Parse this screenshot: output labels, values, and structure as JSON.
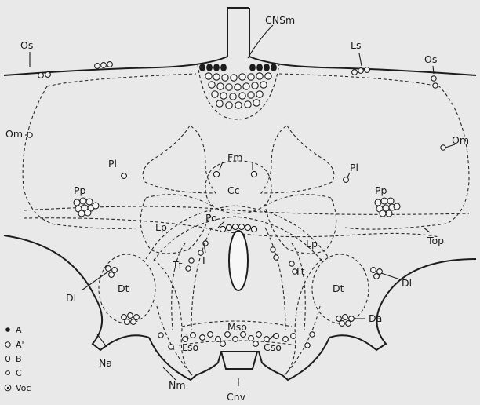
{
  "labels": {
    "cnsm": "CNSm",
    "os_left": "Os",
    "os_right": "Os",
    "ls": "Ls",
    "om_left": "Om",
    "om_right": "Om",
    "fm": "Fm",
    "pl_left": "Pl",
    "pl_right": "Pl",
    "cc": "Cc",
    "pp_left": "Pp",
    "pp_right": "Pp",
    "po": "Po",
    "lp_left": "Lp",
    "lp_right": "Lp",
    "top": "Top",
    "tt_left": "Tt",
    "tt_right": "Tt",
    "t": "T",
    "dt_left": "Dt",
    "dt_right": "Dt",
    "dl_left": "Dl",
    "dl_right": "Dl",
    "da": "Da",
    "mso": "Mso",
    "lso": "Lso",
    "cso": "Cso",
    "na": "Na",
    "nm": "Nm",
    "cnv": "Cnv"
  },
  "legend": [
    {
      "symbol": "A",
      "label": "A"
    },
    {
      "symbol": "A'",
      "label": "A'"
    },
    {
      "symbol": "B",
      "label": "B"
    },
    {
      "symbol": "C",
      "label": "C"
    },
    {
      "symbol": "Voc",
      "label": "Voc"
    }
  ]
}
